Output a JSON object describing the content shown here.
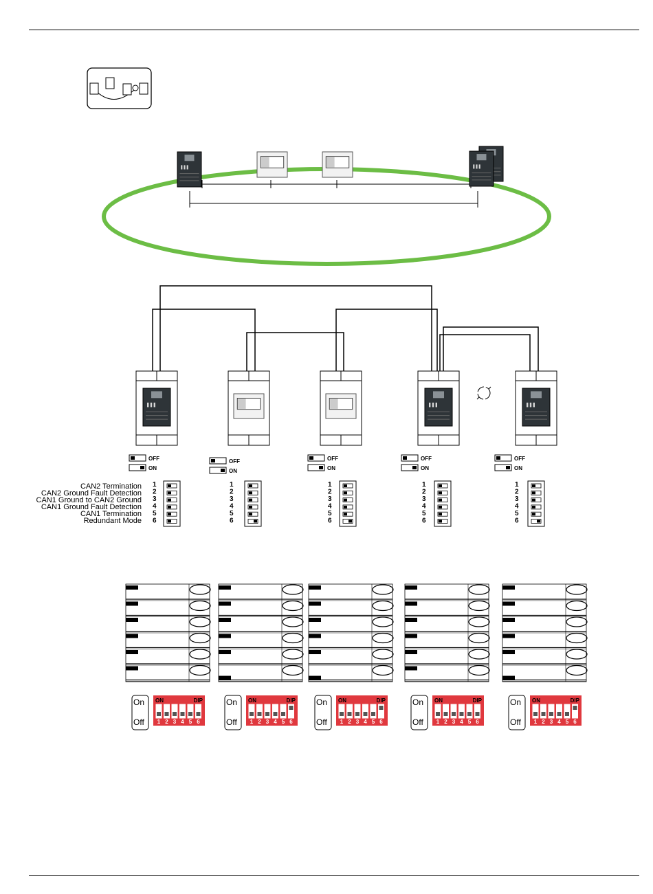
{
  "legend": {
    "off": "OFF",
    "on": "ON"
  },
  "switch_functions": [
    "CAN2 Termination",
    "CAN2 Ground Fault Detection",
    "CAN1 Ground to CAN2 Ground",
    "CAN1 Ground Fault Detection",
    "CAN1 Termination",
    "Redundant Mode"
  ],
  "switch_numbers": [
    "1",
    "2",
    "3",
    "4",
    "5",
    "6"
  ],
  "dip_header": {
    "on": "ON",
    "dip": "DIP"
  },
  "photo_labels": {
    "on": "On",
    "off": "Off"
  },
  "devices": [
    {
      "type": "panel",
      "switches": [
        "off",
        "off",
        "off",
        "off",
        "off",
        "off"
      ]
    },
    {
      "type": "repeater",
      "switches": [
        "off",
        "off",
        "off",
        "off",
        "off",
        "on"
      ]
    },
    {
      "type": "repeater",
      "switches": [
        "off",
        "off",
        "off",
        "off",
        "off",
        "on"
      ]
    },
    {
      "type": "panel",
      "switches": [
        "off",
        "off",
        "off",
        "off",
        "off",
        "off"
      ]
    },
    {
      "type": "panel",
      "switches": [
        "off",
        "off",
        "off",
        "off",
        "off",
        "on"
      ]
    }
  ],
  "colors": {
    "network_ring": "#6cbd45",
    "dip_body": "#e0383e",
    "dark_panel": "#2e3438"
  }
}
